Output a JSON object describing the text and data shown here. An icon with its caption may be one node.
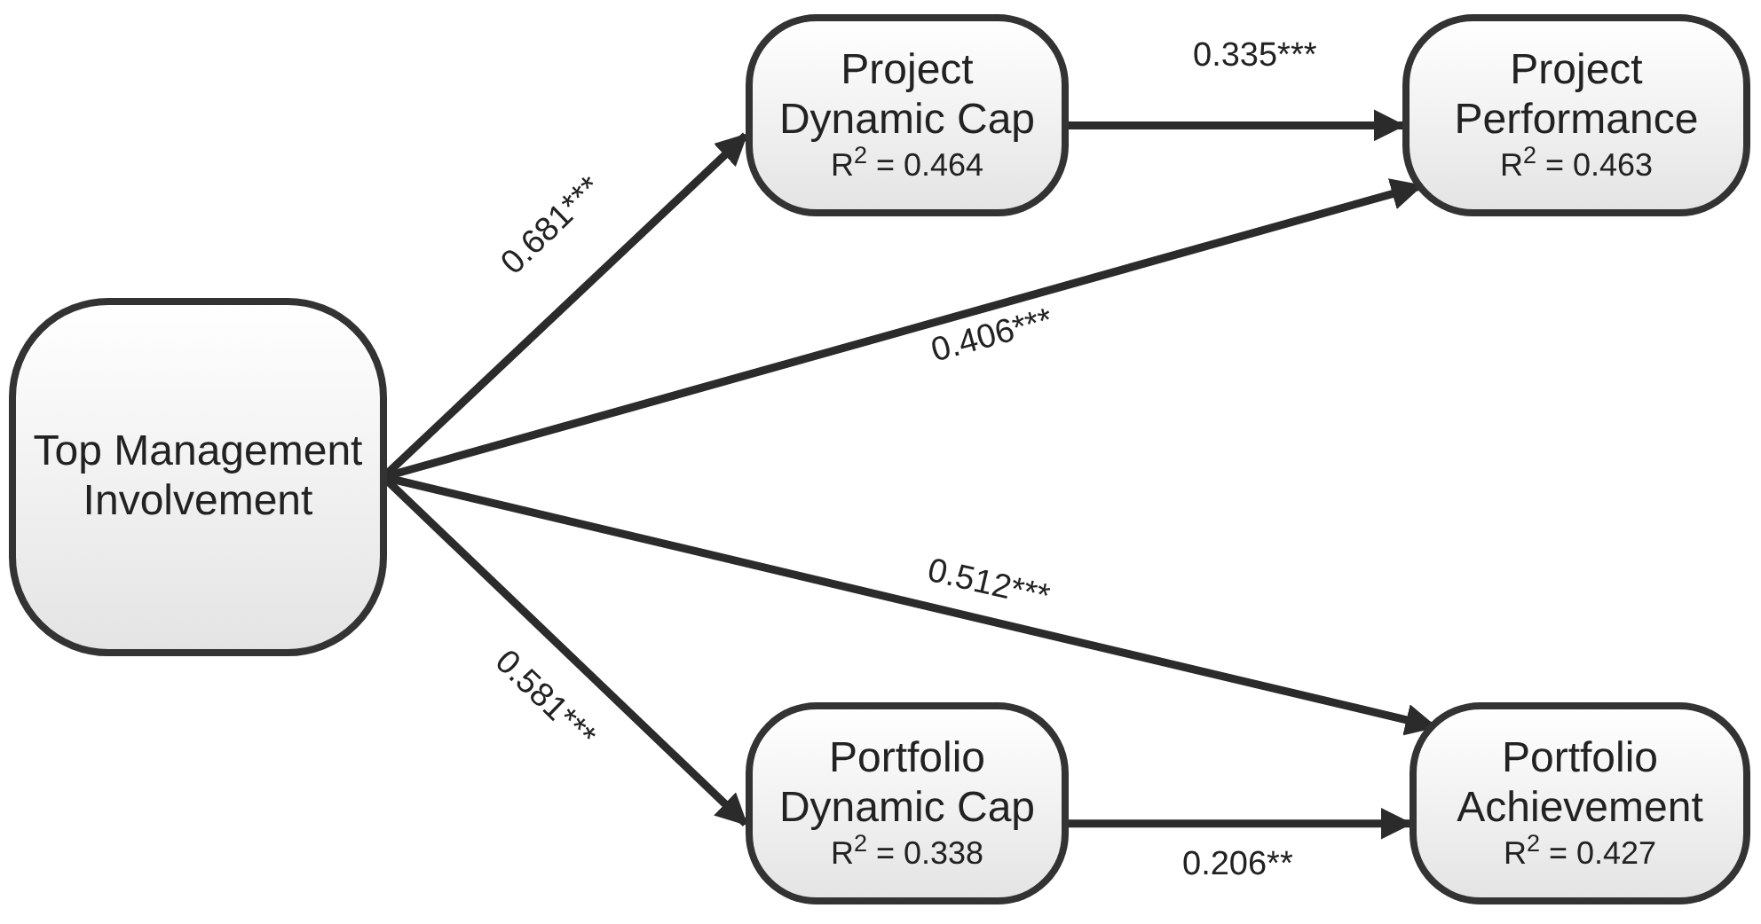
{
  "diagram": {
    "nodes": [
      {
        "text": [
          "Top Management Involvement"
        ]
      },
      {
        "text": [
          "Project Dynamic Cap",
          "R$^{2}$ = 0.464"
        ]
      },
      {
        "text": [
          "Project Performance",
          "R$^{2}$ = 0.463"
        ]
      },
      {
        "text": [
          "Portfolio Dynamic Cap",
          "R$^{2}$ = 0.338"
        ]
      },
      {
        "text": [
          "Portfolio Achievement",
          "R$^{2}$ = 0.427"
        ]
      }
    ],
    "edges": [
      {
        "from": 0,
        "to": 1,
        "arrow": "to",
        "label": "0.681***"
      },
      {
        "from": 1,
        "to": 2,
        "arrow": "to",
        "label": "0.335***"
      },
      {
        "from": 0,
        "to": 2,
        "arrow": "to",
        "label": "0.406***"
      },
      {
        "from": 0,
        "to": 4,
        "arrow": "to",
        "label": "0.512***"
      },
      {
        "from": 0,
        "to": 3,
        "arrow": "to",
        "label": "0.581***"
      },
      {
        "from": 3,
        "to": 4,
        "arrow": "to",
        "label": "0.206**"
      }
    ]
  }
}
